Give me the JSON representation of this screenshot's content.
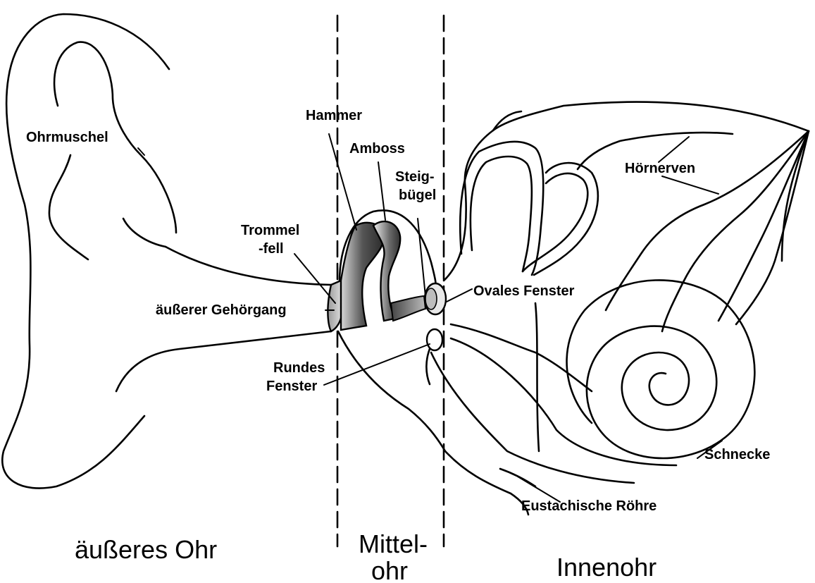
{
  "labels": {
    "ohrmuschel": "Ohrmuschel",
    "hammer": "Hammer",
    "amboss": "Amboss",
    "steig_1": "Steig-",
    "steig_2": "bügel",
    "trommel_1": "Trommel",
    "trommel_2": "-fell",
    "gehoergang": "äußerer Gehörgang",
    "ovales": "Ovales Fenster",
    "rundes_1": "Rundes",
    "rundes_2": "Fenster",
    "hoernerven": "Hörnerven",
    "schnecke": "Schnecke",
    "eustachische": "Eustachische Röhre"
  },
  "regions": {
    "outer": "äußeres Ohr",
    "middle_1": "Mittel-",
    "middle_2": "ohr",
    "inner": "Innenohr"
  }
}
